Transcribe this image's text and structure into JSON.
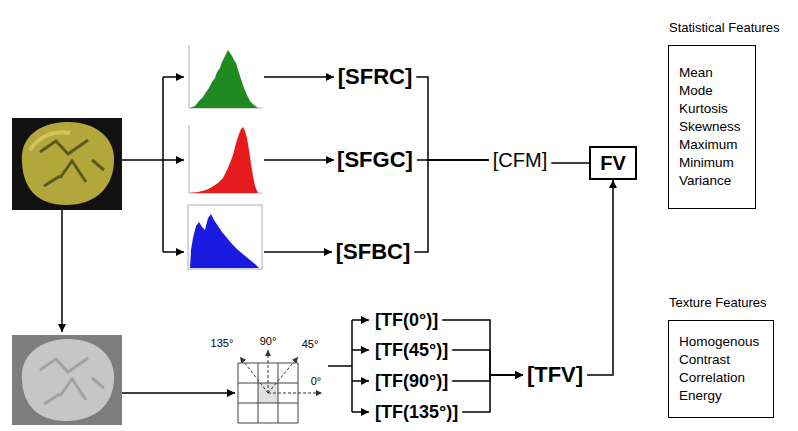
{
  "diagram": {
    "nodes": [
      {
        "text": [
          "[SFRC]"
        ]
      },
      {
        "text": [
          "[SFGC]"
        ]
      },
      {
        "text": [
          "[SFBC]"
        ]
      },
      {
        "text": [
          "[CFM]"
        ]
      },
      {
        "text": [
          "FV"
        ]
      },
      {
        "text": [
          "Statistical Features",
          "Mean",
          "Mode",
          "Kurtosis",
          "Skewness",
          "Maximum",
          "Minimum",
          "Variance"
        ]
      },
      {
        "text": [
          "[TF(0°)]"
        ]
      },
      {
        "text": [
          "[TF(45°)]"
        ]
      },
      {
        "text": [
          "[TF(90°)]"
        ]
      },
      {
        "text": [
          "[TF(135°)]"
        ]
      },
      {
        "text": [
          "[TFV]"
        ]
      },
      {
        "text": [
          "Texture Features",
          "Homogenous",
          "Contrast",
          "Correlation",
          "Energy"
        ]
      }
    ],
    "edges": [
      {
        "from": 0,
        "to": 3,
        "arrow": "none"
      },
      {
        "from": 1,
        "to": 3,
        "arrow": "none"
      },
      {
        "from": 2,
        "to": 3,
        "arrow": "none"
      },
      {
        "from": 3,
        "to": 4,
        "arrow": "none"
      },
      {
        "from": 6,
        "to": 10,
        "arrow": "to"
      },
      {
        "from": 7,
        "to": 10,
        "arrow": "to"
      },
      {
        "from": 8,
        "to": 10,
        "arrow": "to"
      },
      {
        "from": 9,
        "to": 10,
        "arrow": "to"
      },
      {
        "from": 10,
        "to": 4,
        "arrow": "to"
      }
    ],
    "labels": [
      "135°",
      "90°",
      "45°",
      "0°"
    ]
  }
}
